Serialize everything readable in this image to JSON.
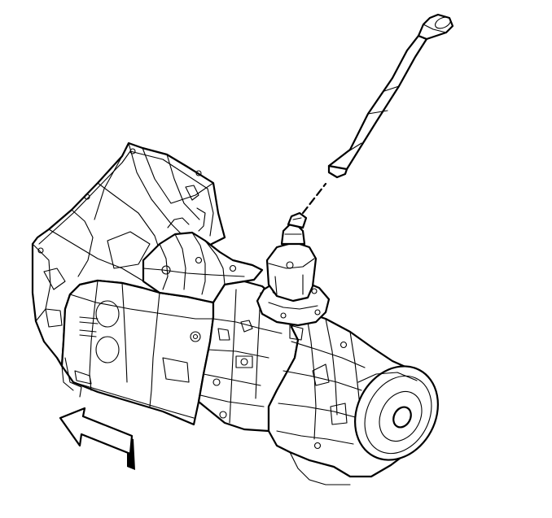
{
  "figure": {
    "subject": "manual-transmission-with-shift-lever",
    "colors": {
      "line": "#000000",
      "background": "#ffffff"
    },
    "parts": [
      "bell-housing",
      "transmission-case",
      "extension-housing",
      "shifter-tower",
      "shift-lever",
      "output-flange",
      "direction-arrow"
    ],
    "arrow_direction": "front-of-vehicle"
  }
}
